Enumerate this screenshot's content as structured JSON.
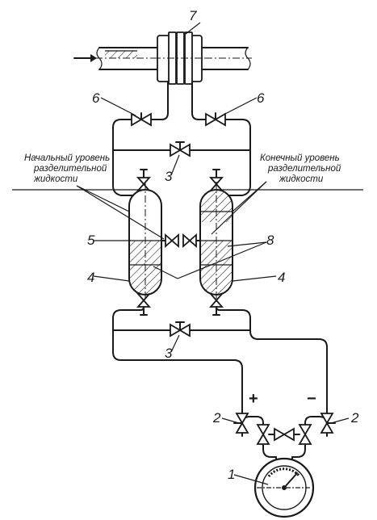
{
  "labels": {
    "initial_level": [
      "Начальный уровень",
      "разделительной",
      "жидкости"
    ],
    "final_level": [
      "Конечный уровень",
      "разделительной",
      "жидкости"
    ],
    "plus": "+",
    "minus": "−"
  },
  "numbers": {
    "n1": "1",
    "n2_left": "2",
    "n2_right": "2",
    "n3_top": "3",
    "n3_bottom": "3",
    "n4_left": "4",
    "n4_right": "4",
    "n5": "5",
    "n6_left": "6",
    "n6_right": "6",
    "n7": "7",
    "n8": "8"
  }
}
